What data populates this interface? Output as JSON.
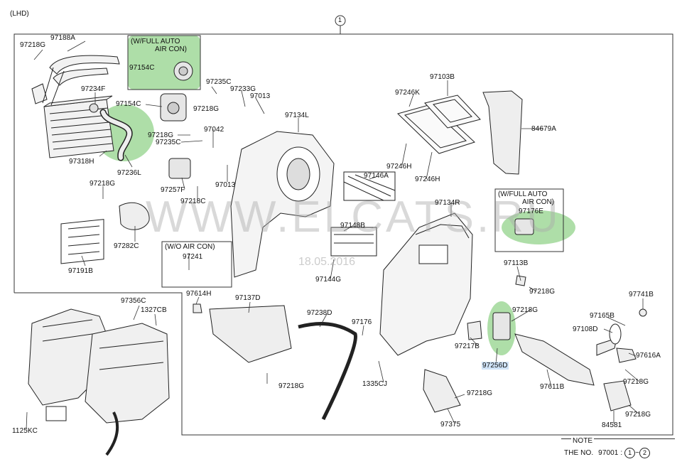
{
  "corner_label": "(LHD)",
  "assembly_marker": "1",
  "watermark": {
    "text": "WWW.ELCATS.RU",
    "date": "18.05.2016"
  },
  "boxes": {
    "full_auto_a": [
      "(W/FULL AUTO",
      "AIR CON)"
    ],
    "wo_air_con": "(W/O AIR CON)",
    "full_auto_b": [
      "(W/FULL AUTO",
      "AIR CON)"
    ]
  },
  "labels": {
    "p97218G_a": "97218G",
    "p97188A": "97188A",
    "p97154C_box": "97154C",
    "p97235C_a": "97235C",
    "p97233G": "97233G",
    "p97013_a": "97013",
    "p97234F": "97234F",
    "p97154C": "97154C",
    "p97218G_b": "97218G",
    "p97042": "97042",
    "p97134L": "97134L",
    "p97103B": "97103B",
    "p97246K": "97246K",
    "p84679A": "84679A",
    "p97218G_c": "97218G",
    "p97235C_b": "97235C",
    "p97318H": "97318H",
    "p97236L": "97236L",
    "p97246H_a": "97246H",
    "p97246H_b": "97246H",
    "p97146A": "97146A",
    "p97218G_d": "97218G",
    "p97257F": "97257F",
    "p97013_b": "97013",
    "p97218C": "97218C",
    "p97134R": "97134R",
    "p97176E": "97176E",
    "p97148B": "97148B",
    "p97282C": "97282C",
    "p97241": "97241",
    "p97191B": "97191B",
    "p97144G": "97144G",
    "p97113B": "97113B",
    "p97218G_e": "97218G",
    "p97356C": "97356C",
    "p1327CB": "1327CB",
    "p97614H": "97614H",
    "p97137D": "97137D",
    "p97238D": "97238D",
    "p97741B": "97741B",
    "p97218G_f": "97218G",
    "p97165B": "97165B",
    "p97176": "97176",
    "p97108D": "97108D",
    "p97217B": "97217B",
    "p97616A": "97616A",
    "p97256D": "97256D",
    "p97611B": "97611B",
    "p97218G_g": "97218G",
    "p1335CJ": "1335CJ",
    "p97218G_h": "97218G",
    "p97218G_i": "97218G",
    "p97218G_j": "97218G",
    "p97375": "97375",
    "p84581": "84581",
    "p1125KC": "1125KC"
  },
  "note": {
    "title": "NOTE",
    "text": "THE NO.",
    "part": "97001",
    "sep": ":",
    "r1": "1",
    "tilde": "~",
    "r2": "2"
  },
  "colors": {
    "highlight": "#78c86e",
    "line": "#222222",
    "selected_label_bg": "#cfe3f7"
  }
}
